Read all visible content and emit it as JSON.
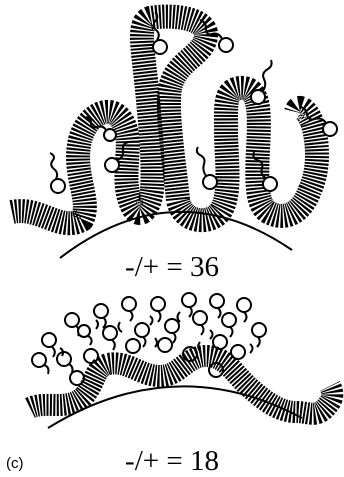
{
  "top_panel": {
    "ratio_label": "-/+ = 36"
  },
  "bottom_panel": {
    "panel_label": "(c)",
    "ratio_label": "-/+ = 18"
  }
}
